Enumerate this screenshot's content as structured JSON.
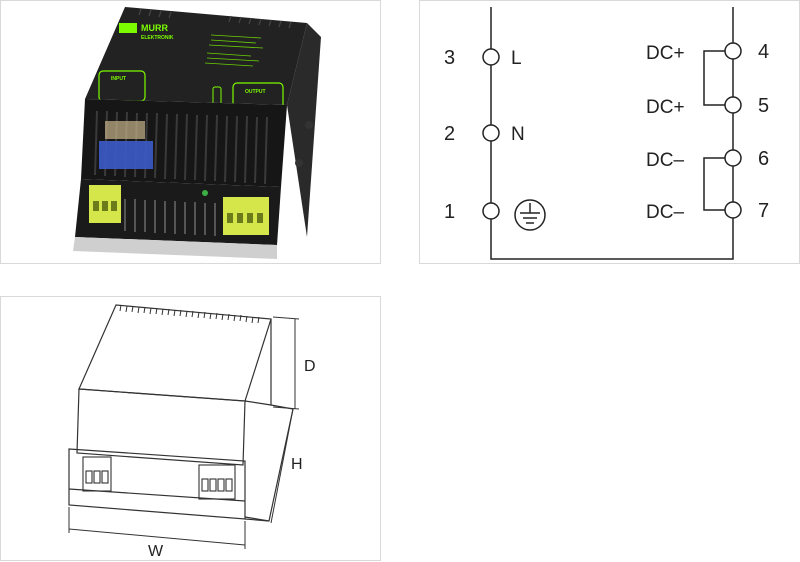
{
  "photo": {
    "brand_line1": "MURR",
    "brand_line2": "ELEKTRONIK",
    "input_label": "INPUT",
    "output_label": "OUTPUT",
    "colors": {
      "housing": "#1c1c1c",
      "accent": "#7CFC00",
      "terminal": "#d4e64a",
      "capacitor": "#3b5bc8"
    }
  },
  "wiring": {
    "left_pins": [
      {
        "num": "3",
        "label": "L"
      },
      {
        "num": "2",
        "label": "N"
      },
      {
        "num": "1",
        "label": "",
        "symbol": "ground-icon"
      }
    ],
    "right_pins": [
      {
        "num": "4",
        "label": "DC+"
      },
      {
        "num": "5",
        "label": "DC+"
      },
      {
        "num": "6",
        "label": "DC–"
      },
      {
        "num": "7",
        "label": "DC–"
      }
    ]
  },
  "dimensions": {
    "depth_label": "D",
    "height_label": "H",
    "width_label": "W"
  }
}
